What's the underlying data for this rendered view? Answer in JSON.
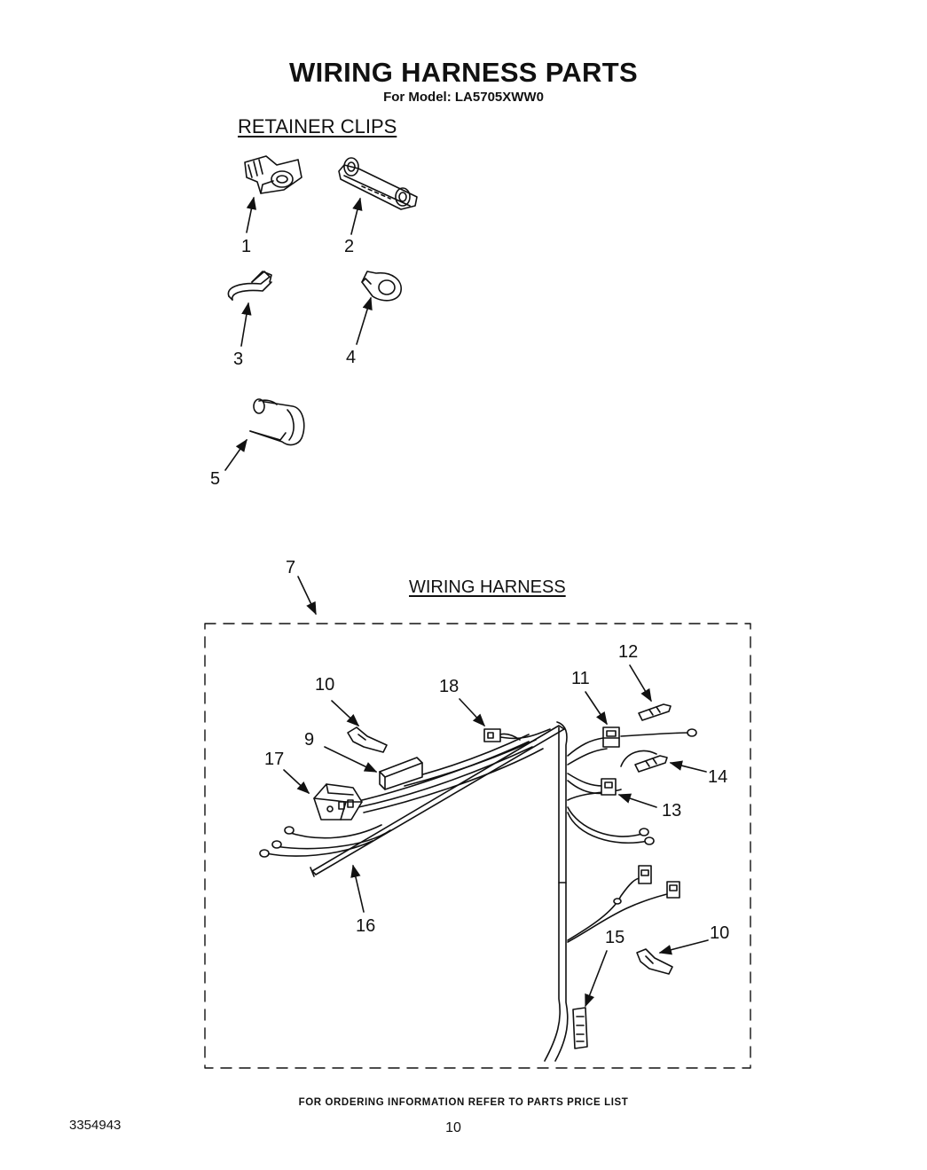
{
  "header": {
    "title": "WIRING HARNESS PARTS",
    "subtitle": "For Model: LA5705XWW0"
  },
  "sections": {
    "retainer_clips": "RETAINER CLIPS",
    "wiring_harness": "WIRING HARNESS"
  },
  "callouts": {
    "c1": "1",
    "c2": "2",
    "c3": "3",
    "c4": "4",
    "c5": "5",
    "c7": "7",
    "c9": "9",
    "c10a": "10",
    "c10b": "10",
    "c11": "11",
    "c12": "12",
    "c13": "13",
    "c14": "14",
    "c15": "15",
    "c16": "16",
    "c17": "17",
    "c18": "18"
  },
  "footer": {
    "note": "FOR ORDERING INFORMATION REFER TO PARTS PRICE LIST",
    "doc_number": "3354943",
    "page_number": "10"
  }
}
